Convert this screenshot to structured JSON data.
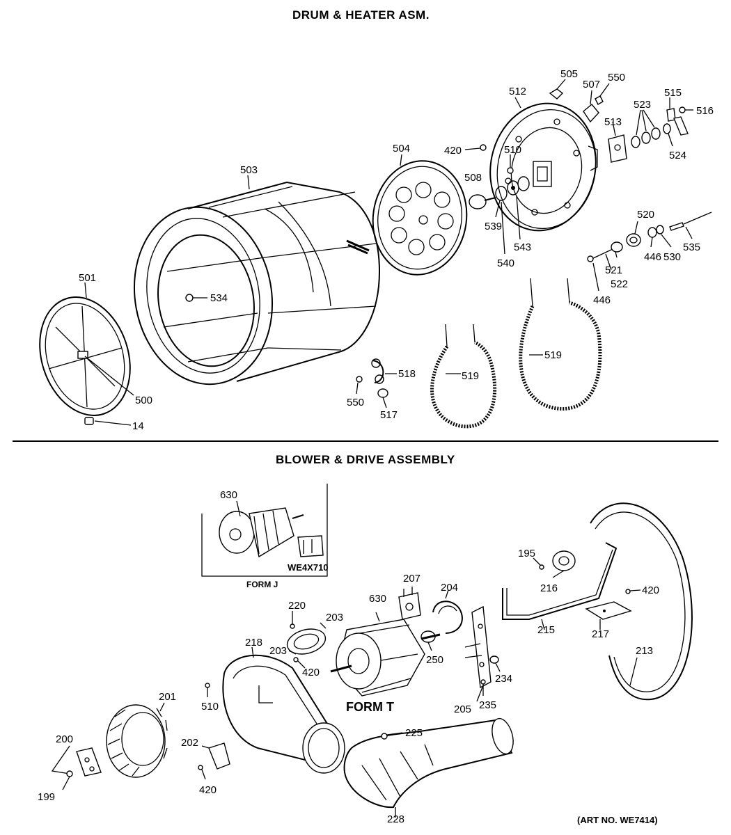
{
  "sections": {
    "drum_title": "DRUM & HEATER ASM.",
    "blower_title": "BLOWER & DRIVE ASSEMBLY"
  },
  "captions": {
    "form_j": "FORM J",
    "form_t": "FORM T",
    "we4x710": "WE4X710",
    "art_no": "(ART NO. WE7414)"
  },
  "callouts": {
    "drum": [
      "505",
      "507",
      "550",
      "512",
      "523",
      "515",
      "516",
      "513",
      "524",
      "504",
      "420",
      "510",
      "503",
      "508",
      "539",
      "543",
      "540",
      "520",
      "535",
      "521",
      "446",
      "530",
      "522",
      "446",
      "501",
      "534",
      "518",
      "519",
      "519",
      "550",
      "517",
      "500",
      "14"
    ],
    "blower": [
      "630",
      "195",
      "216",
      "420",
      "217",
      "215",
      "213",
      "207",
      "204",
      "220",
      "203",
      "630",
      "218",
      "203",
      "420",
      "250",
      "234",
      "201",
      "510",
      "235",
      "205",
      "200",
      "202",
      "225",
      "420",
      "199",
      "228"
    ]
  }
}
